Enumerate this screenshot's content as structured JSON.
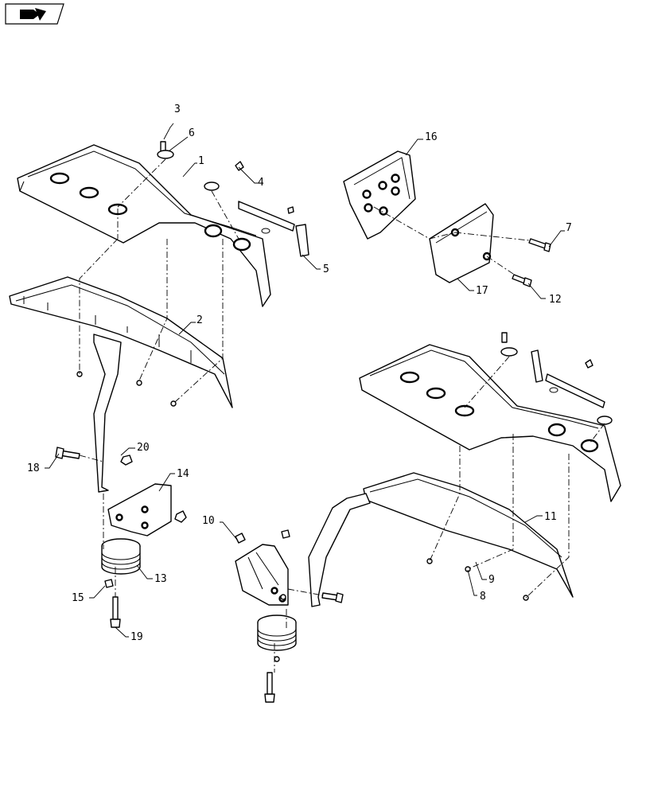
{
  "nav_icon": "page-navigation-icon",
  "callouts": {
    "c1": "1",
    "c2": "2",
    "c3": "3",
    "c4": "4",
    "c5": "5",
    "c6": "6",
    "c7": "7",
    "c8": "8",
    "c9": "9",
    "c10": "10",
    "c11": "11",
    "c12": "12",
    "c13": "13",
    "c14": "14",
    "c15": "15",
    "c16": "16",
    "c17": "17",
    "c18": "18",
    "c19": "19",
    "c20": "20"
  }
}
